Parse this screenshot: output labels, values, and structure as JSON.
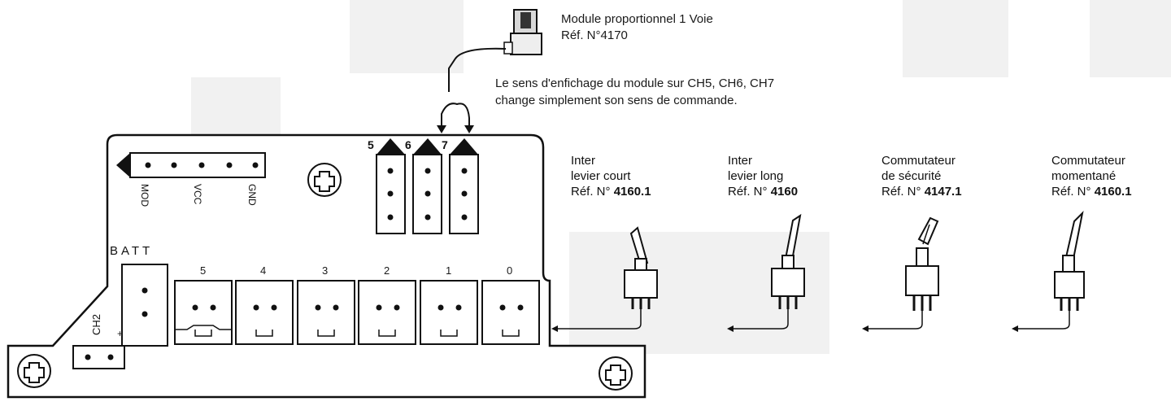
{
  "module": {
    "title": "Module proportionnel 1 Voie",
    "ref": "Réf. N°4170",
    "note_line1": "Le sens d'enfichage du module sur CH5, CH6, CH7",
    "note_line2": "change simplement son sens de commande."
  },
  "board": {
    "header_labels": [
      "MOD",
      "VCC",
      "GND"
    ],
    "prop_channels": [
      "5",
      "6",
      "7"
    ],
    "batt_label": "BATT",
    "ch2_label": "CH2",
    "plus_mark": "+",
    "connector_numbers": [
      "5",
      "4",
      "3",
      "2",
      "1",
      "0"
    ]
  },
  "switches": [
    {
      "line1": "Inter",
      "line2": "levier court",
      "ref_prefix": "Réf. N°",
      "ref_num": "4160.1"
    },
    {
      "line1": "Inter",
      "line2": "levier long",
      "ref_prefix": "Réf. N°",
      "ref_num": "4160"
    },
    {
      "line1": "Commutateur",
      "line2": "de sécurité",
      "ref_prefix": "Réf. N°",
      "ref_num": "4147.1"
    },
    {
      "line1": "Commutateur",
      "line2": "momentané",
      "ref_prefix": "Réf. N°",
      "ref_num": "4160.1"
    }
  ]
}
